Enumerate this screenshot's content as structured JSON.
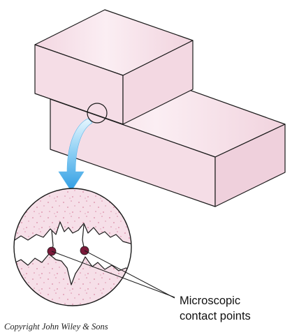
{
  "labels": {
    "line1": "Microscopic",
    "line2": "contact points"
  },
  "copyright": "Copyright John Wiley & Sons",
  "colors": {
    "block_fill": "#f5dde6",
    "block_shade": "#efd0dc",
    "block_highlight": "#fbeef3",
    "outline": "#1a1a1a",
    "arrow": "#3aa7e6",
    "arrow_light": "#bfe6fb",
    "contact_point": "#7a1a3a",
    "circle_fill": "#f6dfe8",
    "speckle": "#d98aa6"
  }
}
